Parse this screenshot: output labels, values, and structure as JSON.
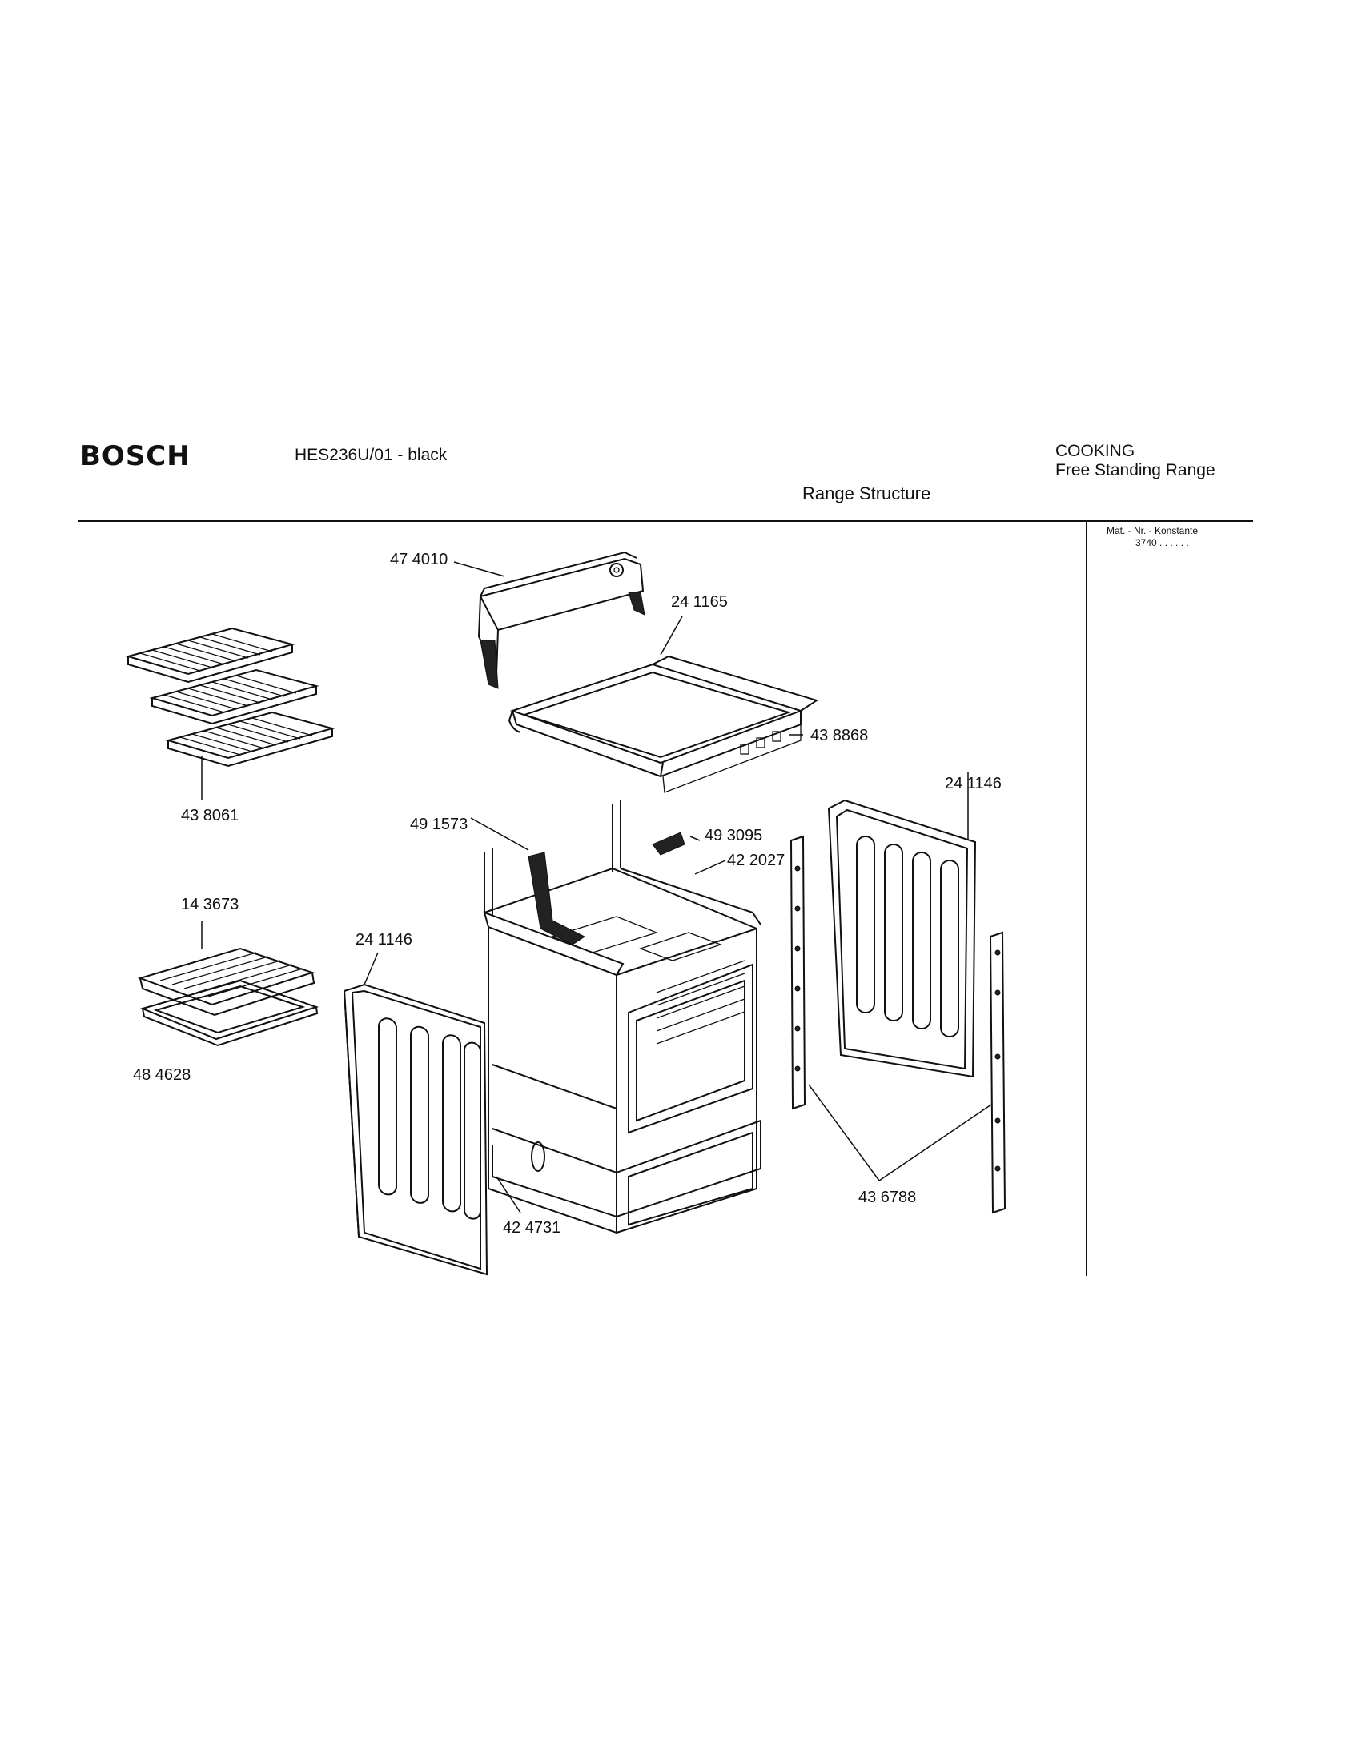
{
  "header": {
    "brand": "BOSCH",
    "model": "HES236U/01 - black",
    "category": "COOKING",
    "subcategory": "Free Standing Range",
    "section_title": "Range Structure"
  },
  "material_box": {
    "label": "Mat. - Nr. - Konstante",
    "value": "3740 . .   . . . ."
  },
  "parts": {
    "backguard": "47 4010",
    "cooktop": "24 1165",
    "cooktop_bracket": "43 8868",
    "oven_racks": "43 8061",
    "side_panel_right": "24 1146",
    "duct": "49 1573",
    "switch": "49 3095",
    "shield": "42 2027",
    "broiler_pan": "14 3673",
    "broiler_grid": "48 4628",
    "side_panel_left": "24 1146",
    "hinge": "42 4731",
    "trim_strip": "43 6788"
  }
}
